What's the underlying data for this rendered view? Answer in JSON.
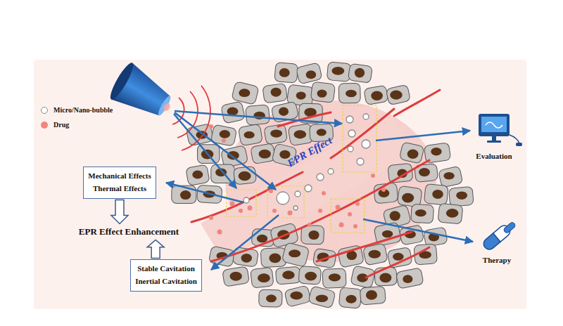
{
  "diagram": {
    "nodes": [
      {
        "text": [
          "Mechanical Effects",
          "Thermal Effects"
        ]
      },
      {
        "text": [
          "EPR Effect Enhancement"
        ]
      },
      {
        "text": [
          "Stable Cavitation",
          "Inertial Cavitation"
        ]
      },
      {
        "text": [
          "Evaluation"
        ]
      },
      {
        "text": [
          "Therapy"
        ]
      }
    ],
    "edges": [
      {
        "from": 0,
        "to": 1,
        "arrow": "to"
      },
      {
        "from": 2,
        "to": 1,
        "arrow": "to"
      }
    ],
    "labels": [
      "EPR Effect"
    ],
    "legend": [
      {
        "text": "Micro/Nano-bubble"
      },
      {
        "text": "Drug",
        "color": "#f0857c"
      }
    ]
  }
}
